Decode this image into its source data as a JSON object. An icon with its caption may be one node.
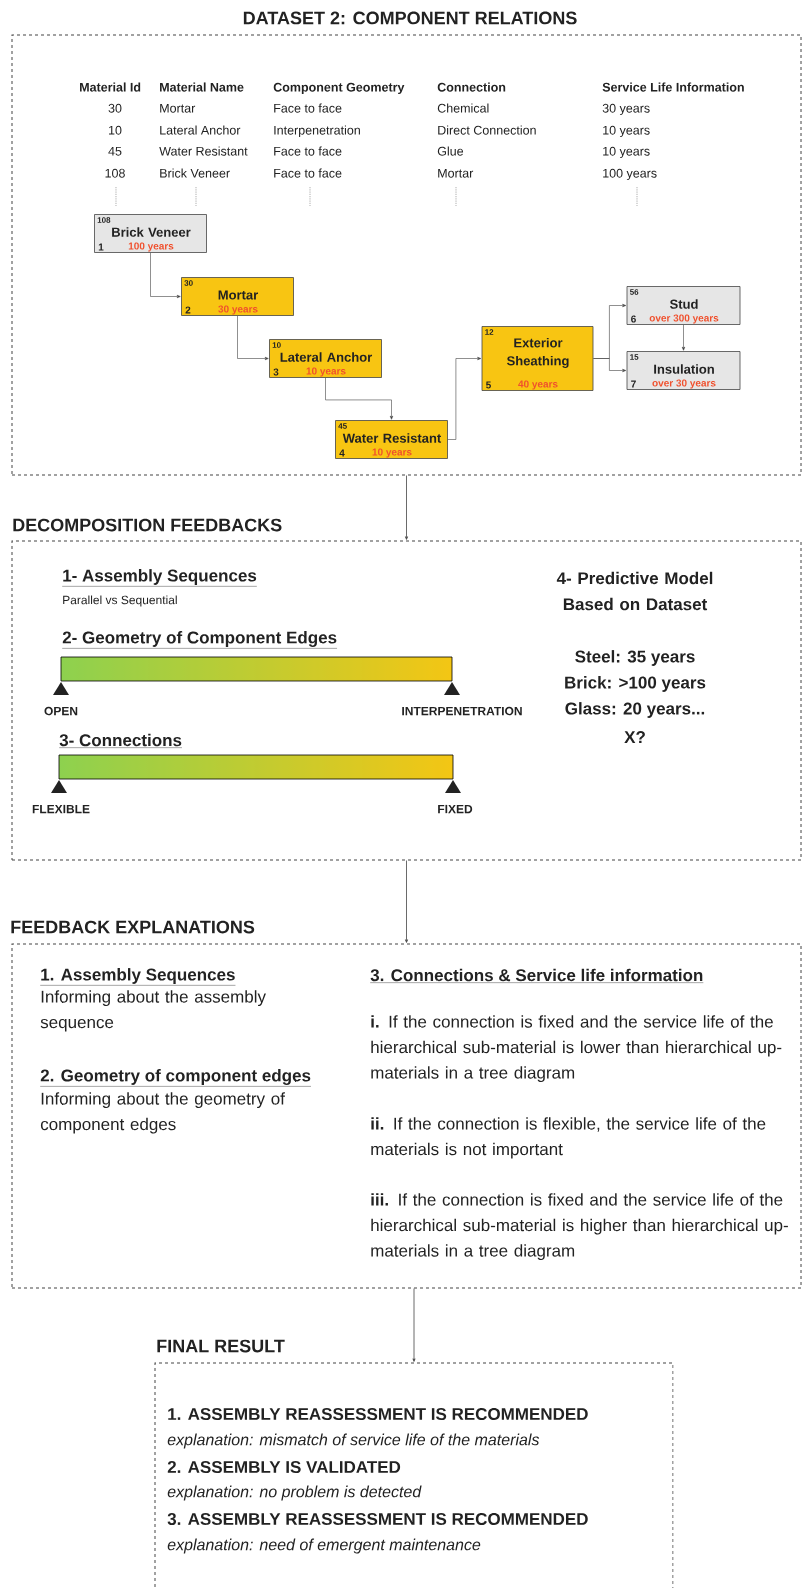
{
  "diagram": {
    "nodes": [
      {
        "text": [
          "DATASET 2: COMPONENT RELATIONS"
        ]
      },
      {
        "text": [
          "108",
          "Brick Veneer",
          "1",
          "100 years"
        ],
        "in": 0
      },
      {
        "text": [
          "30",
          "Mortar",
          "2",
          "30 years"
        ],
        "in": 0
      },
      {
        "text": [
          "10",
          "Lateral Anchor",
          "3",
          "10 years"
        ],
        "in": 0
      },
      {
        "text": [
          "45",
          "Water Resistant",
          "4",
          "10 years"
        ],
        "in": 0
      },
      {
        "text": [
          "12",
          "Exterior Sheathing",
          "5",
          "40 years"
        ],
        "in": 0
      },
      {
        "text": [
          "56",
          "Stud",
          "6",
          "over 300 years"
        ],
        "in": 0
      },
      {
        "text": [
          "15",
          "Insulation",
          "7",
          "over 30 years"
        ],
        "in": 0
      },
      {
        "text": [
          "DECOMPOSITION FEEDBACKS",
          "1- Assembly Sequences",
          "Parallel vs Sequential",
          "2- Geometry of Component Edges",
          "OPEN",
          "INTERPENETRATION",
          "3- Connections",
          "FLEXIBLE",
          "FIXED",
          "4- Predictive Model Based on Dataset",
          "Steel: 35 years",
          "Brick: >100 years",
          "Glass: 20 years...",
          "X?"
        ]
      },
      {
        "text": [
          "FEEDBACK EXPLANATIONS",
          "1. Assembly Sequences",
          "Informing about the assembly sequence",
          "2. Geometry of component edges",
          "Informing about the geometry of component edges",
          "3. Connections & Service life information",
          "**i.** If the connection is fixed and the service life of the hierarchical sub-material is lower than hierarchical up-materials in a tree diagram",
          "**ii.** If the connection is flexible, the service life of the materials is not important",
          "**iii.** If the connection is fixed and the service life of the hierarchical sub-material is higher than hierarchical up-materials in a tree diagram"
        ]
      },
      {
        "text": [
          "FINAL RESULT",
          "1. ASSEMBLY REASSESSMENT IS RECOMMENDED",
          "explanation: mismatch of service life of the materials",
          "2. ASSEMBLY IS VALIDATED",
          "explanation: no problem is detected",
          "3. ASSEMBLY REASSESSMENT IS RECOMMENDED",
          "explanation: need of emergent maintenance"
        ]
      }
    ],
    "edges": [
      {
        "from": 0,
        "to": 8,
        "arrow": "to"
      },
      {
        "from": 1,
        "to": 2,
        "arrow": "to"
      },
      {
        "from": 2,
        "to": 3,
        "arrow": "to"
      },
      {
        "from": 3,
        "to": 4,
        "arrow": "to"
      },
      {
        "from": 4,
        "to": 5,
        "arrow": "to"
      },
      {
        "from": 5,
        "to": 6,
        "arrow": "to"
      },
      {
        "from": 5,
        "to": 7,
        "arrow": "to"
      },
      {
        "from": 6,
        "to": 7,
        "arrow": "to"
      },
      {
        "from": 8,
        "to": 9,
        "arrow": "to"
      },
      {
        "from": 9,
        "to": 10,
        "arrow": "to"
      }
    ],
    "labels": [
      "Material Id",
      "Material Name",
      "Component Geometry",
      "Connection",
      "Service Life Information",
      "30",
      "Mortar",
      "Face to face",
      "Chemical",
      "30 years",
      "10",
      "Lateral Anchor",
      "Interpenetration",
      "Direct Connection",
      "10 years",
      "45",
      "Water Resistant",
      "Face to face",
      "Glue",
      "10 years",
      "108",
      "Brick Veneer",
      "Face to face",
      "Mortar",
      "100 years"
    ]
  }
}
